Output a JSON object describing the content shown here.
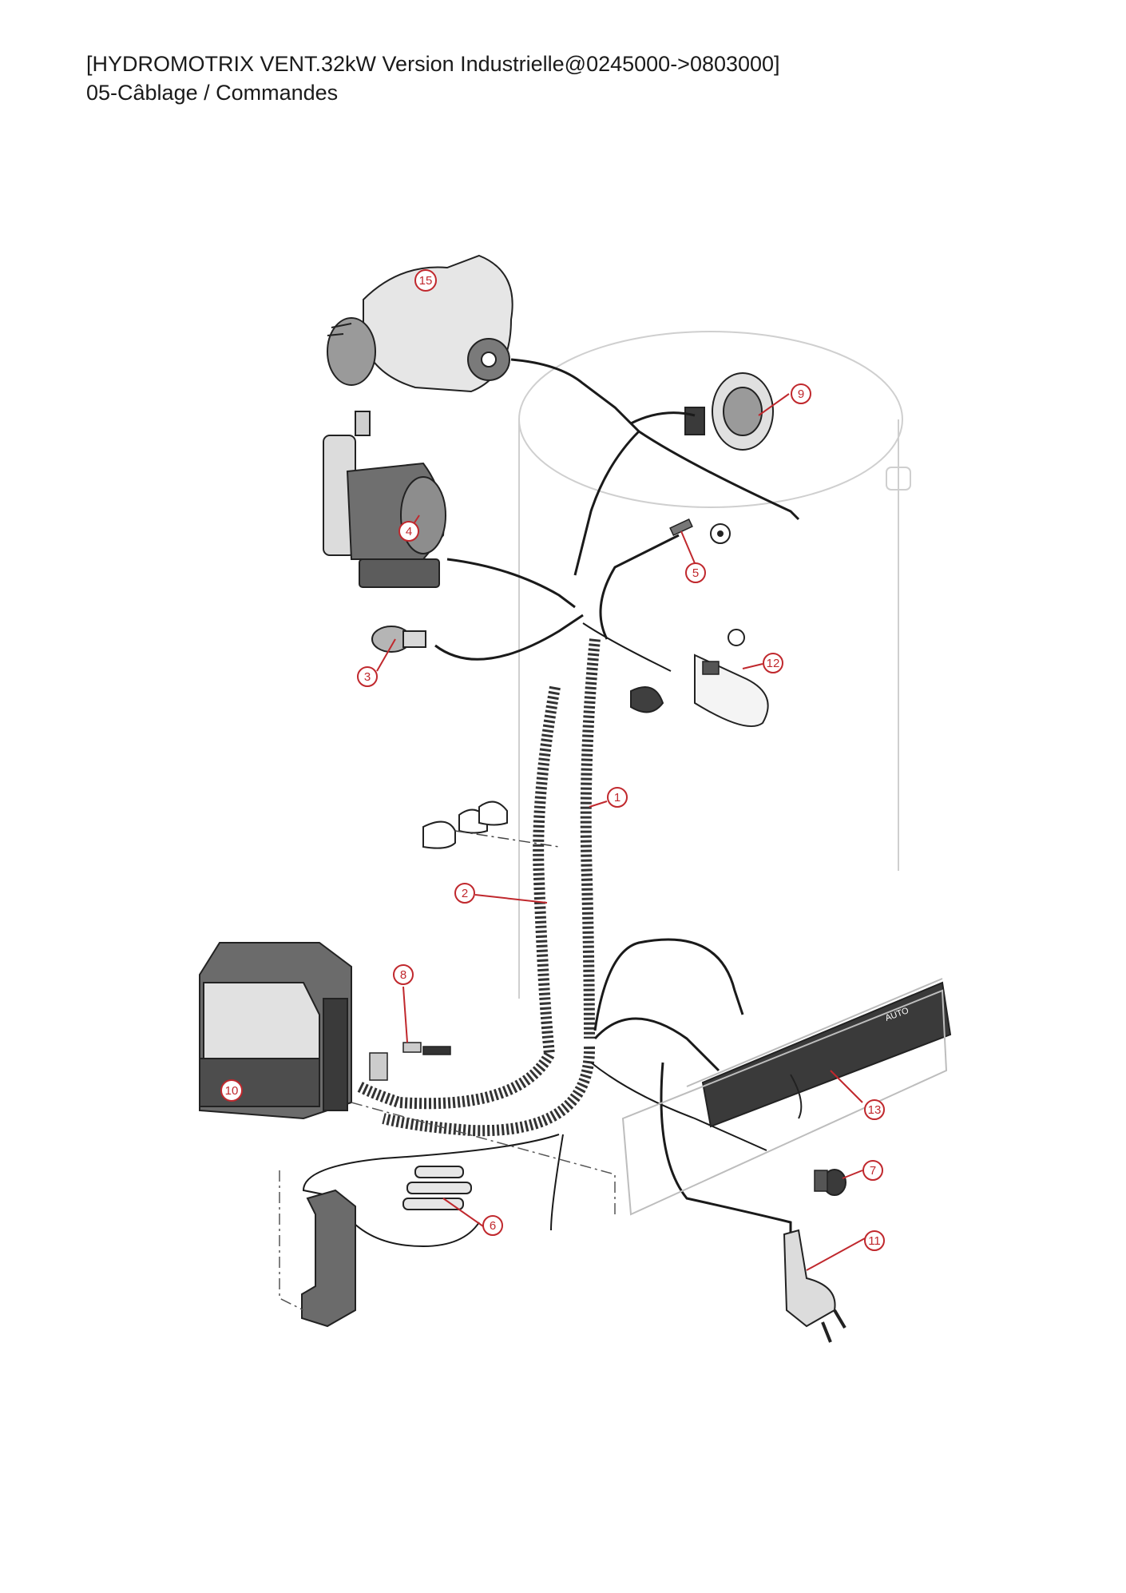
{
  "header": {
    "title": "[HYDROMOTRIX VENT.32kW Version Industrielle@0245000->0803000]",
    "subtitle": "05-Câblage / Commandes"
  },
  "callouts": [
    {
      "id": "c1",
      "label": "1"
    },
    {
      "id": "c2",
      "label": "2"
    },
    {
      "id": "c3",
      "label": "3"
    },
    {
      "id": "c4",
      "label": "4"
    },
    {
      "id": "c5",
      "label": "5"
    },
    {
      "id": "c6",
      "label": "6"
    },
    {
      "id": "c7",
      "label": "7"
    },
    {
      "id": "c8",
      "label": "8"
    },
    {
      "id": "c9",
      "label": "9"
    },
    {
      "id": "c10",
      "label": "10"
    },
    {
      "id": "c11",
      "label": "11"
    },
    {
      "id": "c12",
      "label": "12"
    },
    {
      "id": "c13",
      "label": "13"
    },
    {
      "id": "c15",
      "label": "15"
    }
  ],
  "panel": {
    "brand": "AUTO"
  },
  "colors": {
    "callout": "#c0282d",
    "line": "#1a1a1a",
    "part_grey": "#6b6b6b",
    "outline": "#bdbdbd"
  }
}
